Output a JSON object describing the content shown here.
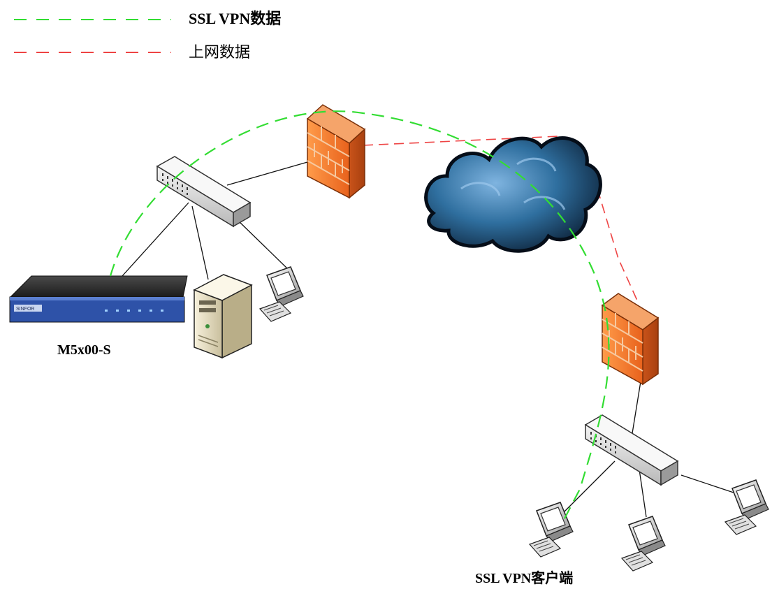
{
  "legend": [
    {
      "label": "SSL VPN数据",
      "color": "#33dd33"
    },
    {
      "label": "上网数据",
      "color": "#ee4444"
    }
  ],
  "labels": {
    "device": "M5x00-S",
    "client": "SSL VPN客户端",
    "brand": "SINFOR"
  },
  "colors": {
    "vpn_line": "#33dd33",
    "internet_line": "#ee4444",
    "link_line": "#111111",
    "firewall": "#f07a2a",
    "cloud": "#2f6f9f"
  },
  "icons": [
    "firewall-icon",
    "switch-icon",
    "cloud-icon",
    "server-icon",
    "computer-icon",
    "vpn-appliance-icon"
  ]
}
